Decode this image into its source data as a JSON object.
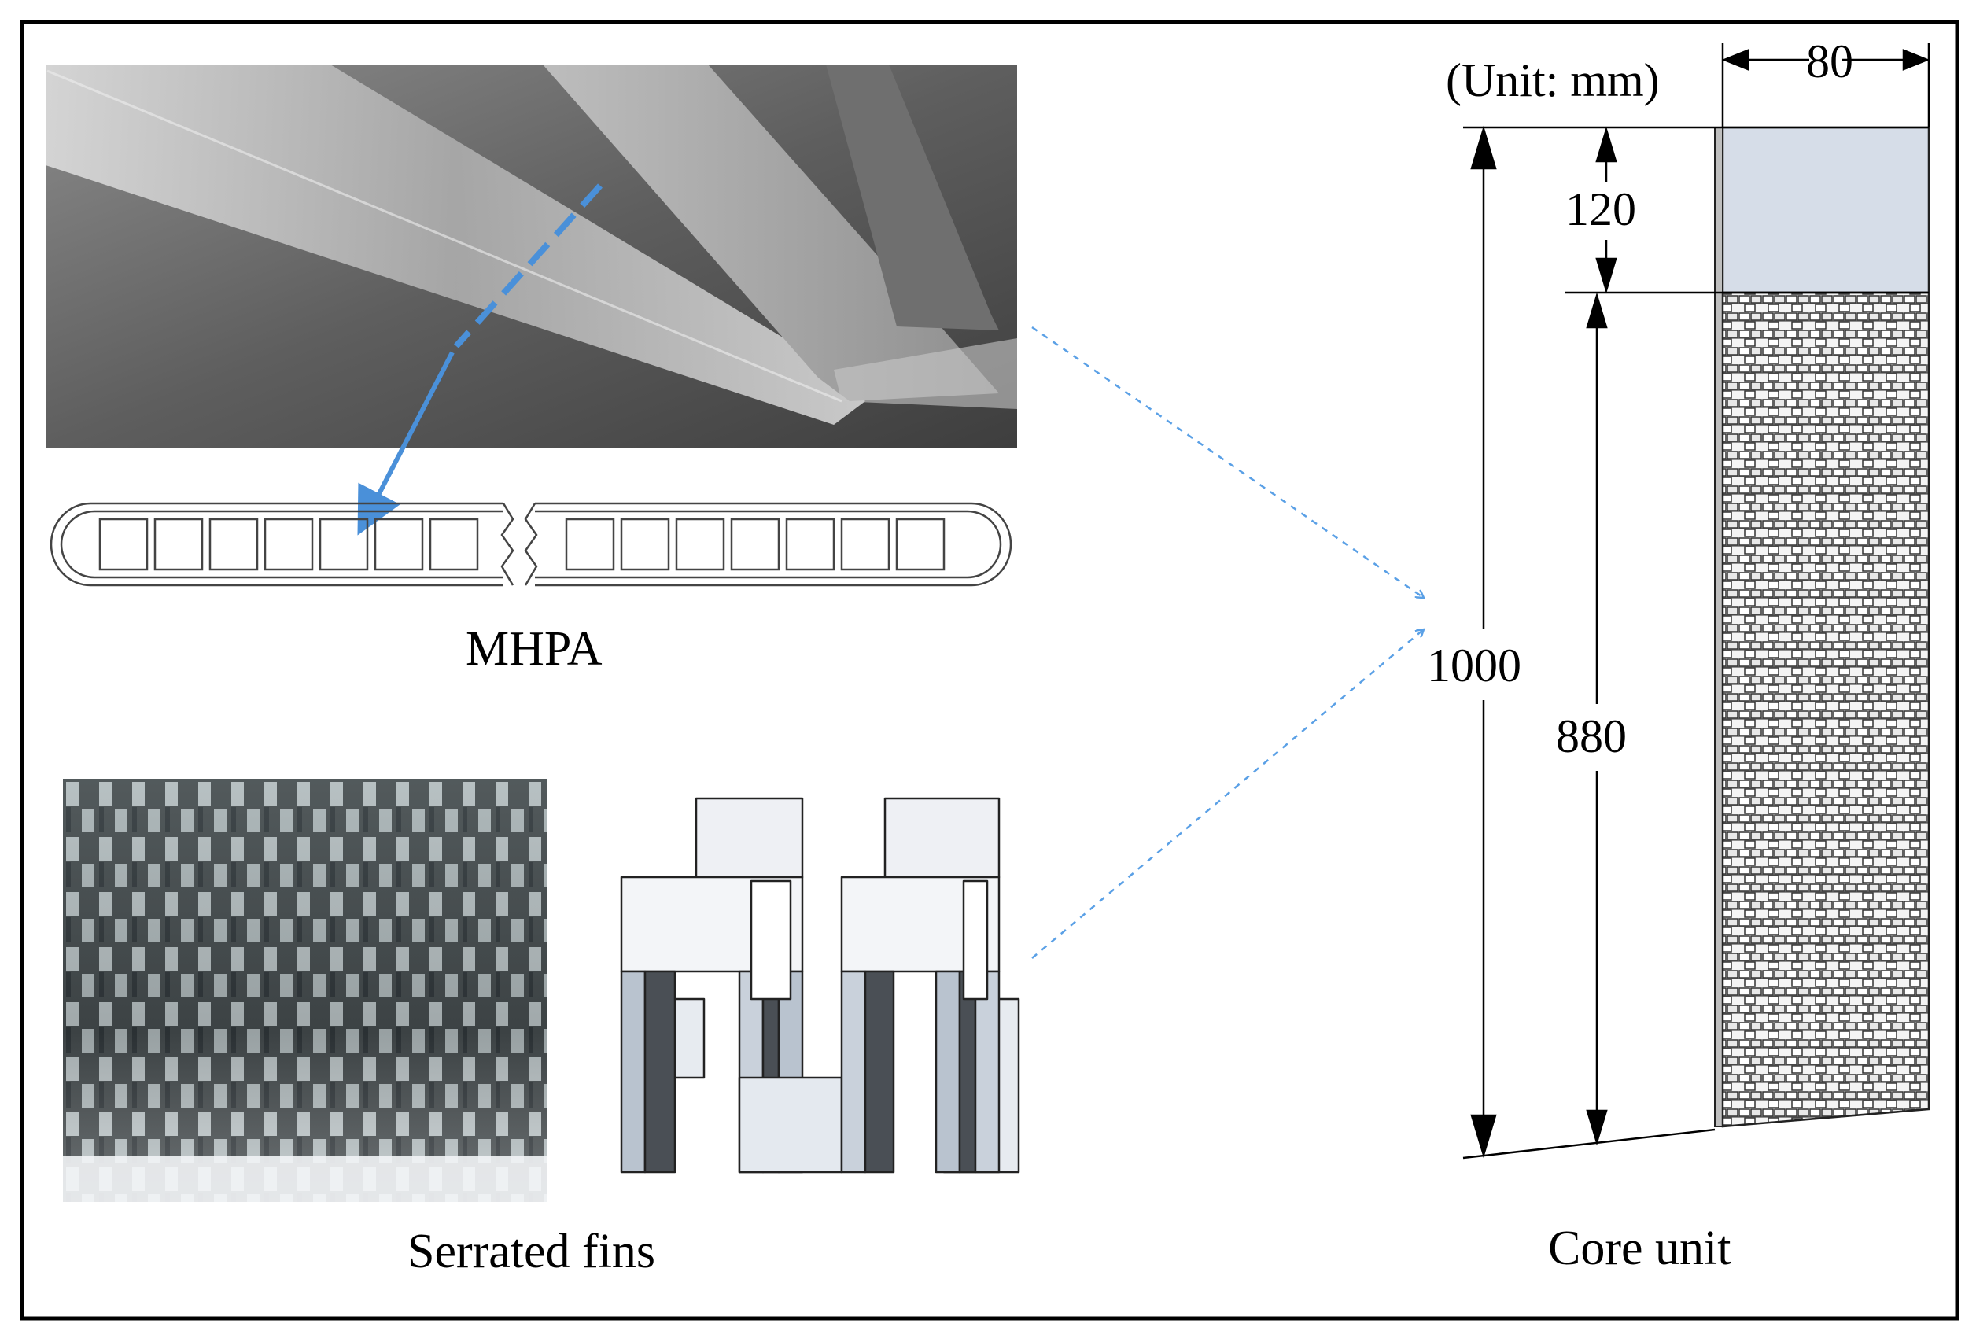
{
  "labels": {
    "mhpa": "MHPA",
    "serrated_fins": "Serrated fins",
    "core_unit": "Core unit",
    "unit": "(Unit: mm)"
  },
  "dimensions": {
    "width": "80",
    "top_section": "120",
    "total_height": "1000",
    "finned_section": "880"
  },
  "colors": {
    "frame": "#000000",
    "arrow": "#4a90d9",
    "dashed_link": "#5aa0e6",
    "header_block": "#d6dde8",
    "photo_background": "#6a6a6a",
    "fin_highlight": "#eef0f2"
  }
}
